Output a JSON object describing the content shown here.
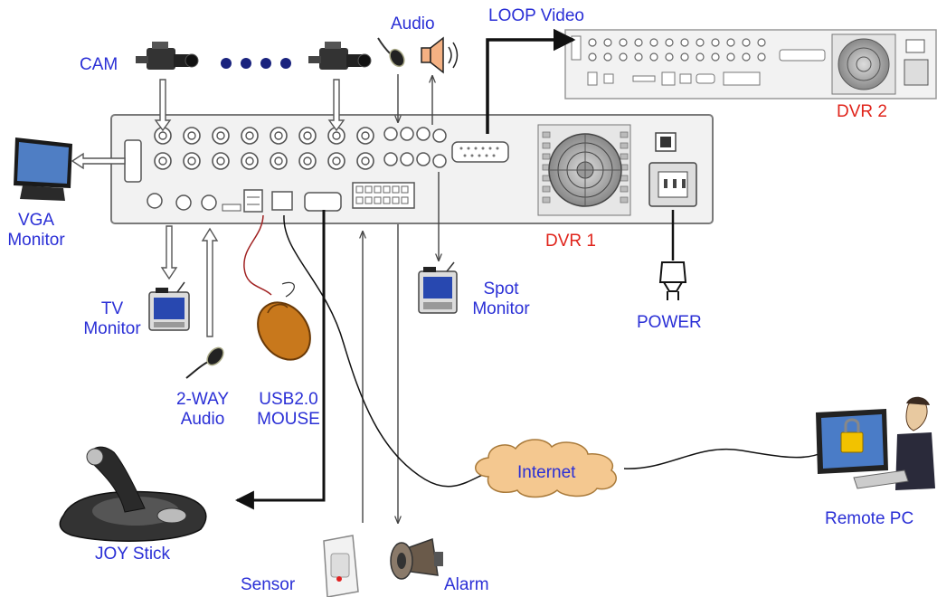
{
  "labels": {
    "cam": "CAM",
    "audio": "Audio",
    "loop_video": "LOOP Video",
    "dvr2": "DVR 2",
    "dvr1": "DVR 1",
    "vga_line1": "VGA",
    "vga_line2": "Monitor",
    "tv_line1": "TV",
    "tv_line2": "Monitor",
    "spot_line1": "Spot",
    "spot_line2": "Monitor",
    "power": "POWER",
    "two_way_line1": "2-WAY",
    "two_way_line2": "Audio",
    "usb_line1": "USB2.0",
    "usb_line2": "MOUSE",
    "internet": "Internet",
    "remote_pc": "Remote PC",
    "joystick": "JOY Stick",
    "sensor": "Sensor",
    "alarm": "Alarm"
  },
  "colors": {
    "label_blue": "#2a2fd6",
    "label_red": "#e0241b",
    "cloud_fill": "#f4c890",
    "panel_fill": "#f2f2f2",
    "line": "#111111"
  },
  "icons": [
    "video-camera-icon",
    "ellipsis-dots-icon",
    "microphone-icon",
    "speaker-icon",
    "vga-monitor-icon",
    "tv-monitor-icon",
    "spot-monitor-icon",
    "power-plug-icon",
    "mouse-icon",
    "joystick-icon",
    "sensor-icon",
    "alarm-horn-icon",
    "remote-pc-icon",
    "internet-cloud-icon",
    "fan-icon"
  ]
}
